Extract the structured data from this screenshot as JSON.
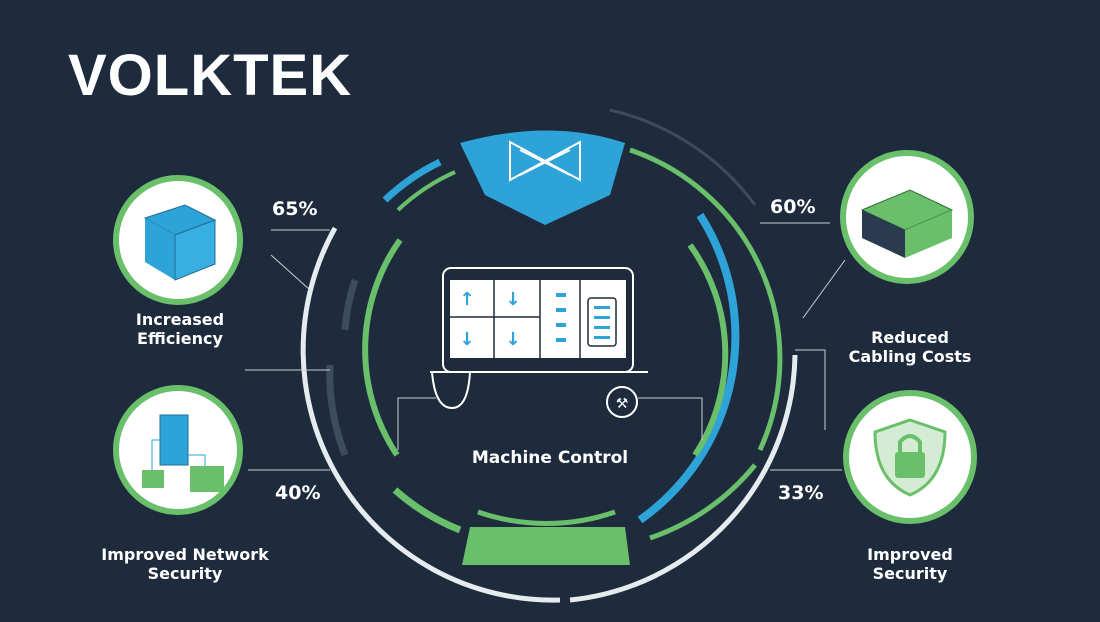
{
  "brand": "VOLKTEK",
  "center_label": "Machine Control",
  "benefits": [
    {
      "label_line1": "Increased",
      "label_line2": "Efficiency",
      "percent": "65%",
      "icon": "switch-box-icon"
    },
    {
      "label_line1": "Improved Network",
      "label_line2": "Security",
      "percent": "40%",
      "icon": "network-server-icon"
    },
    {
      "label_line1": "Reduced",
      "label_line2": "Cabling Costs",
      "percent": "60%",
      "icon": "switch-device-icon"
    },
    {
      "label_line1": "Improved",
      "label_line2": "Security",
      "percent": "33%",
      "icon": "shield-lock-icon"
    }
  ],
  "colors": {
    "background": "#1e2b3d",
    "green": "#6abf6b",
    "blue": "#2ea3d8",
    "white": "#e6ebf0"
  }
}
